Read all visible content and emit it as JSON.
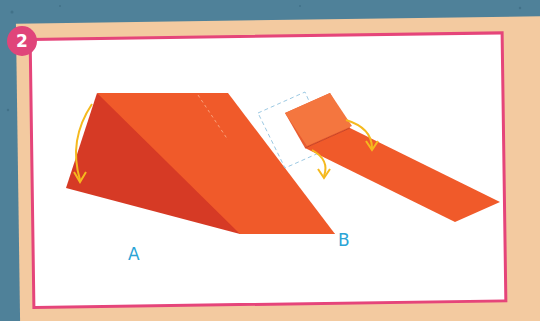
{
  "diagram": {
    "nodes": [
      {
        "text": [
          "2"
        ]
      }
    ],
    "labels": [
      "A",
      "B"
    ]
  }
}
